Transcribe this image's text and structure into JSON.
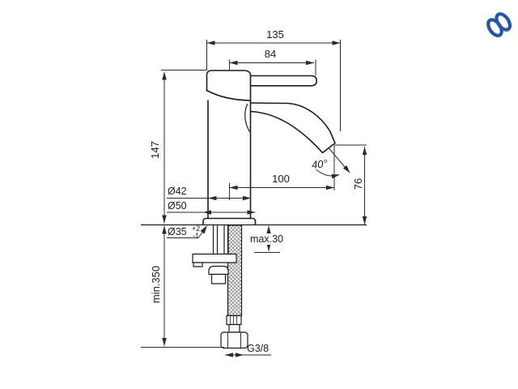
{
  "drawing": {
    "product": "single-lever basin mixer dimensional drawing",
    "labels": {
      "total_reach": "135",
      "lever_length": "84",
      "body_height": "147",
      "body_dia": "Ø42",
      "base_dia": "Ø50",
      "hole_dia": "Ø35",
      "hole_tol_plus": "+2",
      "hole_tol_minus": "-1",
      "spout_reach": "100",
      "spout_angle": "40°",
      "outlet_height": "76",
      "max_deck_thickness": "max.30",
      "min_hose_length": "min.350",
      "thread_size": "G3/8"
    },
    "colors": {
      "line": "#2a2a2a",
      "brand_blue": "#1f58a5"
    }
  }
}
